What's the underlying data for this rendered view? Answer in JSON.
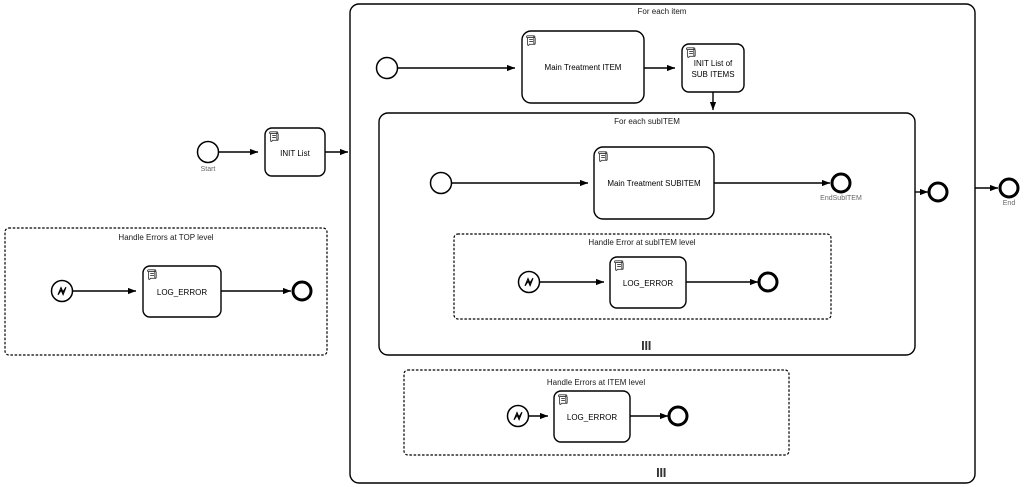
{
  "diagram": {
    "type": "bpmn-process",
    "title": "Nested multi-instance item / subitem process with error handling",
    "background": "#ffffff",
    "stroke_color": "#000000",
    "label_color": "#1a1a1a",
    "event_label_color": "#666666"
  },
  "top_level": {
    "start_event": {
      "label": "Start",
      "icon": "start-event-circle"
    },
    "init_task": {
      "label": "INIT List",
      "icon": "script-task-icon"
    },
    "end_event": {
      "label": "End",
      "icon": "end-event-circle"
    }
  },
  "for_each_item": {
    "title": "For each item",
    "marker": "parallel-multi-instance-marker",
    "start_event": {
      "label": "",
      "icon": "start-event-circle"
    },
    "tasks": [
      {
        "label": "Main Treatment ITEM",
        "icon": "script-task-icon"
      },
      {
        "label": "INIT List of\nSUB ITEMS",
        "line1": "INIT List of",
        "line2": "SUB ITEMS",
        "icon": "script-task-icon"
      }
    ],
    "end_event": {
      "label": "",
      "icon": "end-event-circle"
    }
  },
  "for_each_subitem": {
    "title": "For each subITEM",
    "marker": "parallel-multi-instance-marker",
    "start_event": {
      "label": "",
      "icon": "start-event-circle"
    },
    "task": {
      "label": "Main Treatment SUBITEM",
      "icon": "script-task-icon"
    },
    "end_event": {
      "label": "EndSubITEM",
      "icon": "end-event-circle"
    }
  },
  "error_handlers": [
    {
      "id": "top",
      "title": "Handle Errors at TOP level",
      "start_event": {
        "label": "",
        "icon": "error-start-event-icon"
      },
      "task": {
        "label": "LOG_ERROR",
        "icon": "script-task-icon"
      },
      "end_event": {
        "label": "",
        "icon": "end-event-circle"
      }
    },
    {
      "id": "subitem",
      "title": "Handle Error at subITEM level",
      "start_event": {
        "label": "",
        "icon": "error-start-event-icon"
      },
      "task": {
        "label": "LOG_ERROR",
        "icon": "script-task-icon"
      },
      "end_event": {
        "label": "",
        "icon": "end-event-circle"
      }
    },
    {
      "id": "item",
      "title": "Handle Errors at ITEM level",
      "start_event": {
        "label": "",
        "icon": "error-start-event-icon"
      },
      "task": {
        "label": "LOG_ERROR",
        "icon": "script-task-icon"
      },
      "end_event": {
        "label": "",
        "icon": "end-event-circle"
      }
    }
  ]
}
